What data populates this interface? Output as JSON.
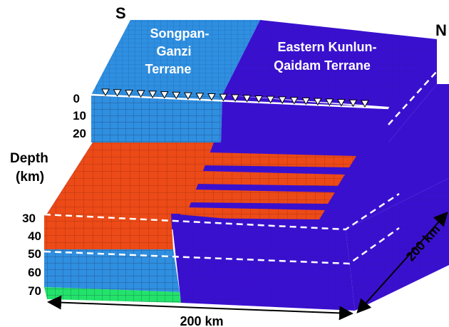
{
  "compass": {
    "south": "S",
    "north": "N"
  },
  "terranes": {
    "south_line1": "Songpan-",
    "south_line2": "Ganzi",
    "south_line3": "Terrane",
    "north_line1": "Eastern Kunlun-",
    "north_line2": "Qaidam Terrane"
  },
  "depth_axis": {
    "label_line1": "Depth",
    "label_line2": "(km)",
    "ticks": [
      "0",
      "10",
      "20",
      "30",
      "40",
      "50",
      "60",
      "70"
    ]
  },
  "dimensions": {
    "width_label": "200 km",
    "length_label": "200 km"
  },
  "colors": {
    "songpan": "#2f8fe0",
    "kunlun": "#3a10cf",
    "lower_crust": "#ec4a17",
    "mantle_green": "#22e36a",
    "mesh_line": "#1b2a55"
  }
}
